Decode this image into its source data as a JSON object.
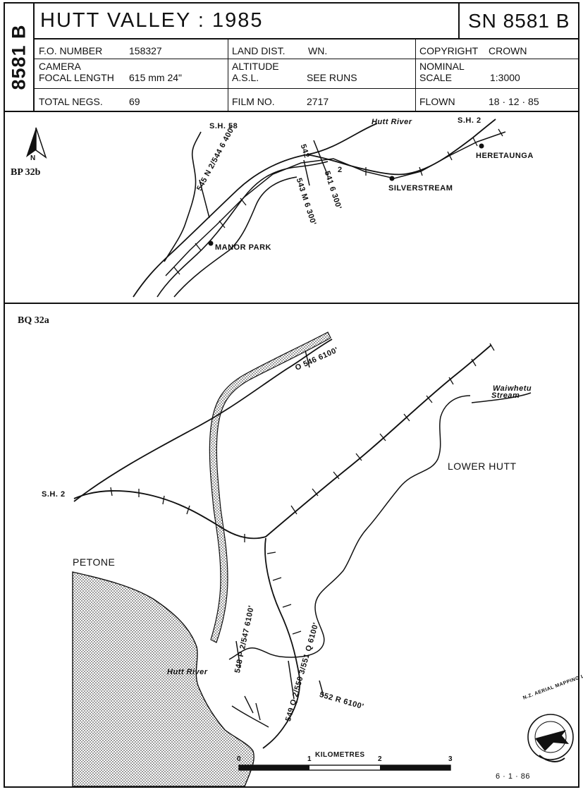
{
  "sheet": {
    "side_code": "8581 B",
    "title": "HUTT  VALLEY : 1985",
    "sn": "SN 8581 B"
  },
  "info": {
    "fo_label": "F.O. NUMBER",
    "fo_value": "158327",
    "land_label": "LAND DIST.",
    "land_value": "WN.",
    "copyright_label": "COPYRIGHT",
    "copyright_value": "CROWN",
    "camera_label": "CAMERA",
    "focal_label": "FOCAL LENGTH",
    "focal_value": "615 mm   24\"",
    "altitude_label": "ALTITUDE",
    "asl_label": "A.S.L.",
    "asl_value": "SEE RUNS",
    "nominal_label": "NOMINAL",
    "scale_label": "SCALE",
    "scale_value": "1:3000",
    "negs_label": "TOTAL NEGS.",
    "negs_value": "69",
    "film_label": "FILM NO.",
    "film_value": "2717",
    "flown_label": "FLOWN",
    "flown_value": "18 · 12 · 85"
  },
  "top_panel": {
    "label": "BP 32b",
    "north": "N",
    "places": {
      "sh58": "S.H. 58",
      "hutt_river": "Hutt River",
      "sh2": "S.H. 2",
      "heretaunga": "HERETAUNGA",
      "silverstream": "SILVERSTREAM",
      "manor_park": "MANOR PARK"
    },
    "runs": {
      "n": "545 N 2/544 6 400'",
      "m": "543 M 6 300'",
      "l_upper": "542",
      "l_lower": "541 6 300'",
      "l_num": "2"
    }
  },
  "bottom_panel": {
    "label": "BQ 32a",
    "places": {
      "sh2": "S.H. 2",
      "lower_hutt": "LOWER HUTT",
      "petone": "PETONE",
      "hutt_river": "Hutt River",
      "waiwhetu": "Waiwhetu",
      "stream": "Stream"
    },
    "runs": {
      "o": "O 546 6100'",
      "p": "548 P 2/547 6100'",
      "q": "549 Q 2/550 3/551 Q 6100'",
      "r": "552 R 6100'"
    },
    "scale_bar": {
      "title": "KILOMETRES",
      "ticks": [
        "0",
        "1",
        "2",
        "3"
      ]
    },
    "emblem": "N.Z. AERIAL MAPPING LTD.",
    "date": "6 · 1 · 86"
  }
}
